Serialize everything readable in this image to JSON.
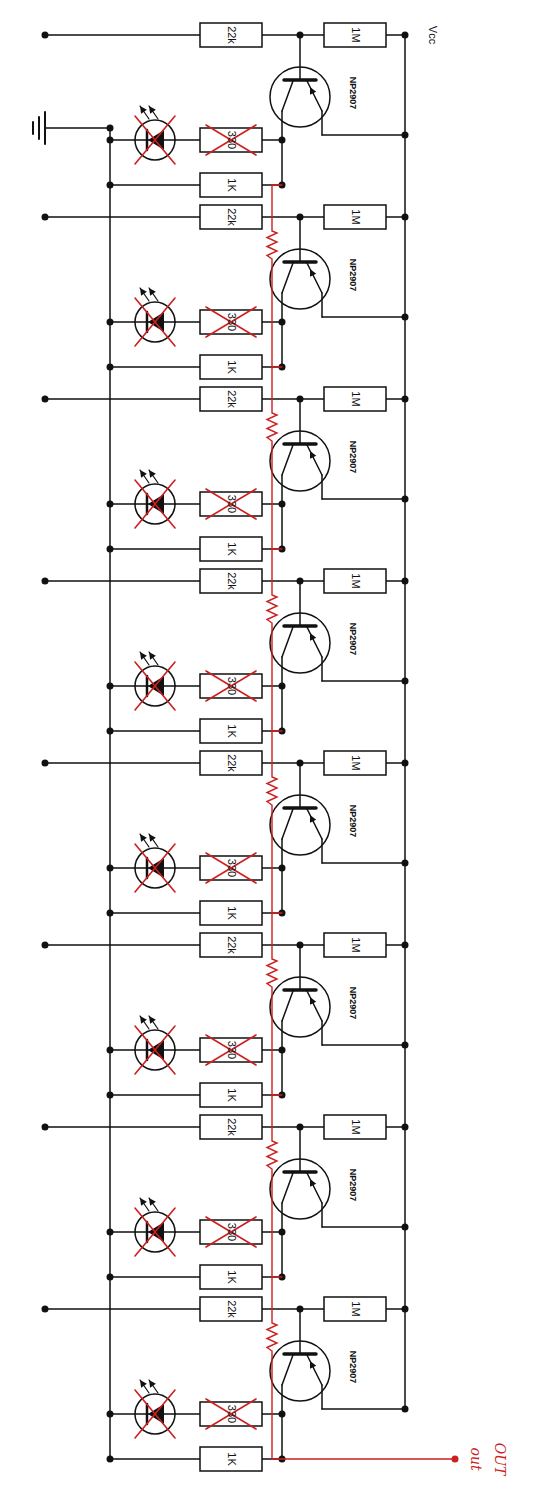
{
  "diagram": {
    "labels": [
      "Vcc",
      "22k",
      "1M",
      "NP2907",
      "330",
      "1K",
      "22k",
      "1M",
      "NP2907",
      "330",
      "1K",
      "22k",
      "1M",
      "NP2907",
      "330",
      "1K",
      "22k",
      "1M",
      "NP2907",
      "330",
      "1K",
      "22k",
      "1M",
      "NP2907",
      "330",
      "1K",
      "22k",
      "1M",
      "NP2907",
      "330",
      "1K",
      "22k",
      "1M",
      "NP2907",
      "330",
      "1K",
      "22k",
      "1M",
      "NP2907",
      "330",
      "1K",
      "out",
      "OUT"
    ]
  }
}
